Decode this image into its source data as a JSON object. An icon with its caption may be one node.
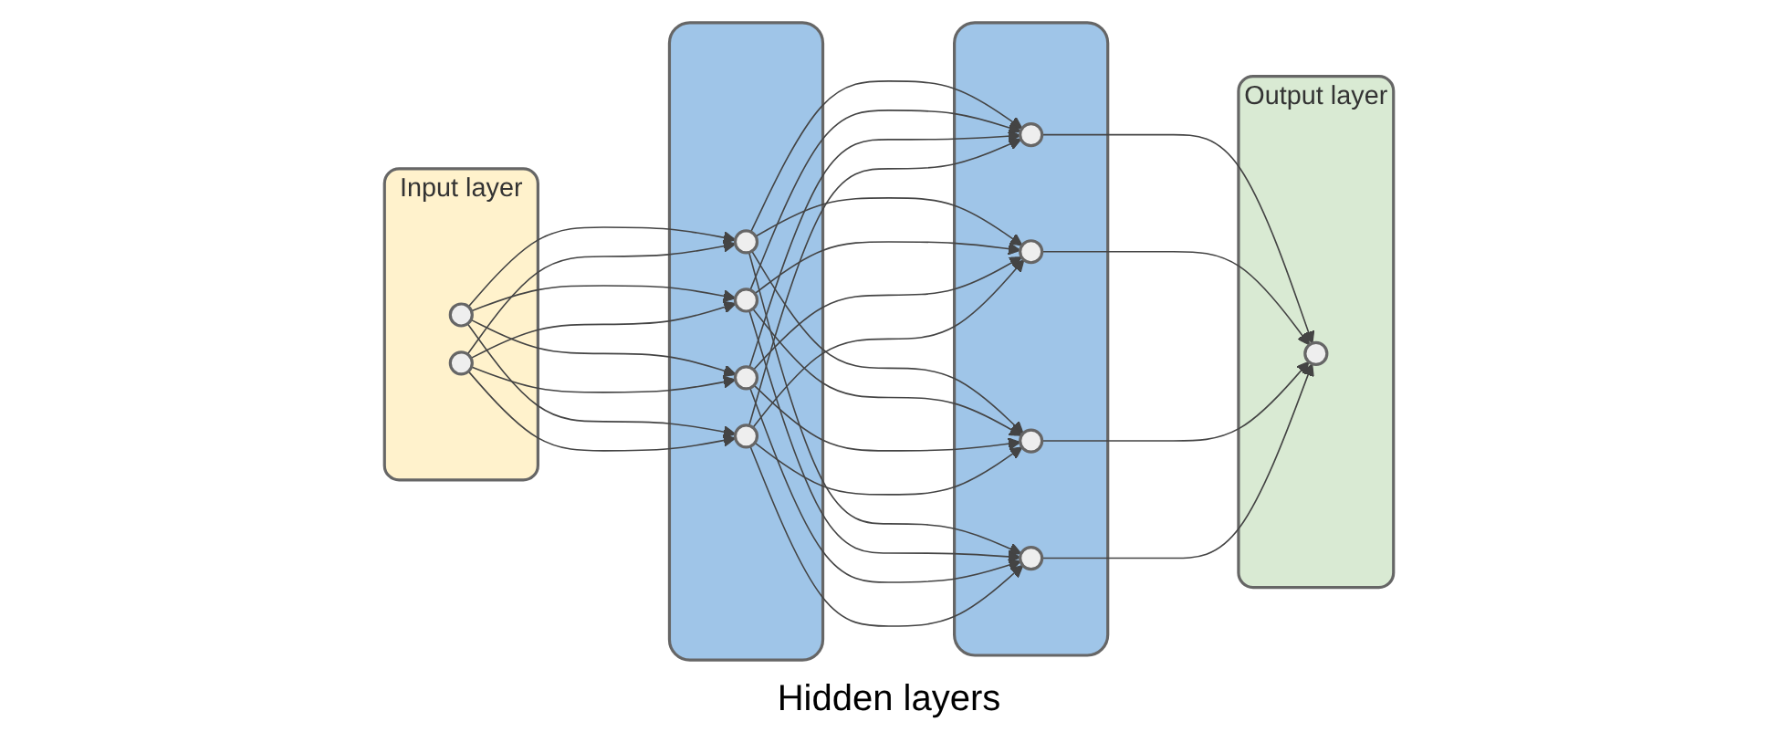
{
  "diagram": {
    "nodes": [
      {
        "text": [
          "Input layer"
        ]
      },
      {
        "text": [],
        "shape": "circle",
        "in": 0
      },
      {
        "text": [],
        "shape": "circle",
        "in": 0
      },
      {
        "text": [],
        "shape": "box"
      },
      {
        "text": [],
        "shape": "circle",
        "in": 3
      },
      {
        "text": [],
        "shape": "circle",
        "in": 3
      },
      {
        "text": [],
        "shape": "circle",
        "in": 3
      },
      {
        "text": [],
        "shape": "circle",
        "in": 3
      },
      {
        "text": [],
        "shape": "box"
      },
      {
        "text": [],
        "shape": "circle",
        "in": 8
      },
      {
        "text": [],
        "shape": "circle",
        "in": 8
      },
      {
        "text": [],
        "shape": "circle",
        "in": 8
      },
      {
        "text": [],
        "shape": "circle",
        "in": 8
      },
      {
        "text": [
          "Output layer"
        ]
      },
      {
        "text": [],
        "shape": "circle",
        "in": 13
      }
    ],
    "edges": [
      {
        "from": 1,
        "to": 4,
        "arrow": "to"
      },
      {
        "from": 1,
        "to": 5,
        "arrow": "to"
      },
      {
        "from": 1,
        "to": 6,
        "arrow": "to"
      },
      {
        "from": 1,
        "to": 7,
        "arrow": "to"
      },
      {
        "from": 2,
        "to": 4,
        "arrow": "to"
      },
      {
        "from": 2,
        "to": 5,
        "arrow": "to"
      },
      {
        "from": 2,
        "to": 6,
        "arrow": "to"
      },
      {
        "from": 2,
        "to": 7,
        "arrow": "to"
      },
      {
        "from": 4,
        "to": 9,
        "arrow": "to"
      },
      {
        "from": 4,
        "to": 10,
        "arrow": "to"
      },
      {
        "from": 4,
        "to": 11,
        "arrow": "to"
      },
      {
        "from": 4,
        "to": 12,
        "arrow": "to"
      },
      {
        "from": 5,
        "to": 9,
        "arrow": "to"
      },
      {
        "from": 5,
        "to": 10,
        "arrow": "to"
      },
      {
        "from": 5,
        "to": 11,
        "arrow": "to"
      },
      {
        "from": 5,
        "to": 12,
        "arrow": "to"
      },
      {
        "from": 6,
        "to": 9,
        "arrow": "to"
      },
      {
        "from": 6,
        "to": 10,
        "arrow": "to"
      },
      {
        "from": 6,
        "to": 11,
        "arrow": "to"
      },
      {
        "from": 6,
        "to": 12,
        "arrow": "to"
      },
      {
        "from": 7,
        "to": 9,
        "arrow": "to"
      },
      {
        "from": 7,
        "to": 10,
        "arrow": "to"
      },
      {
        "from": 7,
        "to": 11,
        "arrow": "to"
      },
      {
        "from": 7,
        "to": 12,
        "arrow": "to"
      },
      {
        "from": 9,
        "to": 14,
        "arrow": "to"
      },
      {
        "from": 10,
        "to": 14,
        "arrow": "to"
      },
      {
        "from": 11,
        "to": 14,
        "arrow": "to"
      },
      {
        "from": 12,
        "to": 14,
        "arrow": "to"
      }
    ],
    "labels": [
      "Hidden layers"
    ]
  }
}
